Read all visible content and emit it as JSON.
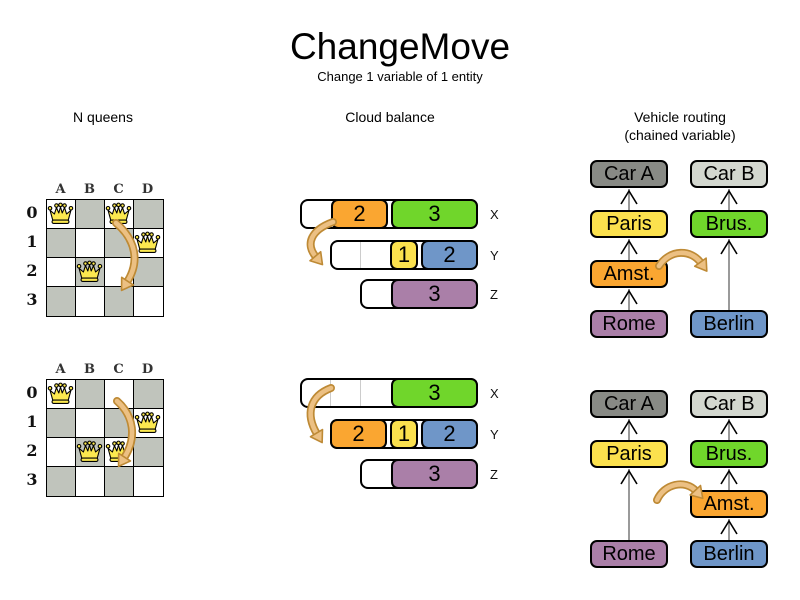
{
  "title": "ChangeMove",
  "subtitle": "Change 1 variable of 1 entity",
  "palette": {
    "orange": "#FAA631",
    "green": "#70D62B",
    "yellow": "#FBE14E",
    "blue": "#6F96C8",
    "purple": "#AA7FA8",
    "dark_gray": "#888A85",
    "light_gray": "#D3D7CF",
    "board_dark_cell": "#C0C4BC",
    "queen_yellow": "#FCE94F",
    "arrow_fill": "#ECC083",
    "arrow_stroke": "#BE8A35",
    "chain_line": "#808080"
  },
  "nqueens": {
    "label": "N queens",
    "columns": [
      "A",
      "B",
      "C",
      "D"
    ],
    "rows": [
      "0",
      "1",
      "2",
      "3"
    ],
    "before": {
      "queens": [
        "A0",
        "C0",
        "D1",
        "B2"
      ],
      "move_from": "C0",
      "move_to": "C2"
    },
    "after": {
      "queens": [
        "A0",
        "D1",
        "B2",
        "C2"
      ],
      "move_from": "C0",
      "move_to": "C2"
    }
  },
  "cloud": {
    "label": "Cloud balance",
    "before": [
      {
        "computer": "X",
        "processes": [
          {
            "value": "2",
            "color": "orange"
          },
          {
            "value": "3",
            "color": "green"
          }
        ]
      },
      {
        "computer": "Y",
        "processes": [
          {
            "value": "1",
            "color": "yellow"
          },
          {
            "value": "2",
            "color": "blue"
          }
        ]
      },
      {
        "computer": "Z",
        "processes": [
          {
            "value": "3",
            "color": "purple"
          }
        ]
      }
    ],
    "after": [
      {
        "computer": "X",
        "processes": [
          {
            "value": "3",
            "color": "green"
          }
        ]
      },
      {
        "computer": "Y",
        "processes": [
          {
            "value": "2",
            "color": "orange"
          },
          {
            "value": "1",
            "color": "yellow"
          },
          {
            "value": "2",
            "color": "blue"
          }
        ]
      },
      {
        "computer": "Z",
        "processes": [
          {
            "value": "3",
            "color": "purple"
          }
        ]
      }
    ]
  },
  "vehicle": {
    "label_line1": "Vehicle routing",
    "label_line2": "(chained variable)",
    "box_colors": {
      "Car A": "dark_gray",
      "Car B": "light_gray",
      "Paris": "yellow",
      "Brus.": "green",
      "Amst.": "orange",
      "Rome": "purple",
      "Berlin": "blue"
    },
    "before": {
      "chains": [
        {
          "column": "left",
          "boxes": [
            {
              "label": "Car A",
              "row": 0
            },
            {
              "label": "Paris",
              "row": 1
            },
            {
              "label": "Amst.",
              "row": 2
            },
            {
              "label": "Rome",
              "row": 3
            }
          ]
        },
        {
          "column": "right",
          "boxes": [
            {
              "label": "Car B",
              "row": 0
            },
            {
              "label": "Brus.",
              "row": 1
            },
            {
              "label": "Berlin",
              "row": 3
            }
          ]
        }
      ]
    },
    "after": {
      "chains": [
        {
          "column": "left",
          "boxes": [
            {
              "label": "Car A",
              "row": 0
            },
            {
              "label": "Paris",
              "row": 1
            },
            {
              "label": "Rome",
              "row": 3
            }
          ]
        },
        {
          "column": "right",
          "boxes": [
            {
              "label": "Car B",
              "row": 0
            },
            {
              "label": "Brus.",
              "row": 1
            },
            {
              "label": "Amst.",
              "row": 2
            },
            {
              "label": "Berlin",
              "row": 3
            }
          ]
        }
      ]
    }
  }
}
